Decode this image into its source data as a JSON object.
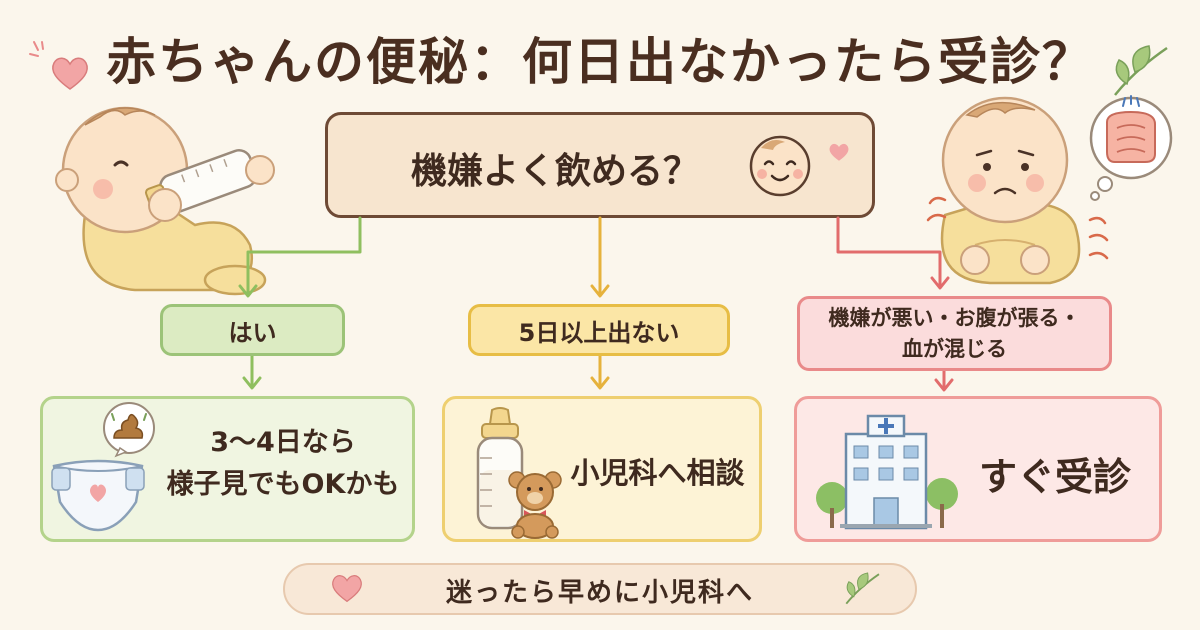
{
  "title": "赤ちゃんの便秘：何日出なかったら受診？",
  "question": {
    "text": "機嫌よく飲める？"
  },
  "branches": [
    {
      "label": "はい",
      "result_line1": "3〜4日なら",
      "result_line2": "様子見でもOKかも"
    },
    {
      "label": "5日以上出ない",
      "result": "小児科へ相談"
    },
    {
      "label_line1": "機嫌が悪い・お腹が張る・",
      "label_line2": "血が混じる",
      "result": "すぐ受診"
    }
  ],
  "footer": {
    "text": "迷ったら早めに小児科へ"
  },
  "colors": {
    "green": "#9cc378",
    "yellow": "#e7bd45",
    "red": "#e98a8a",
    "brown": "#6e4a35",
    "background": "#fbf6ec"
  },
  "icons": [
    "baby-drinking-bottle",
    "happy-face-icon",
    "worried-baby",
    "intestine-thought-icon",
    "diaper-icon",
    "poop-icon",
    "baby-bottle-icon",
    "teddy-bear-icon",
    "hospital-icon",
    "heart-icon",
    "leaf-icon"
  ]
}
